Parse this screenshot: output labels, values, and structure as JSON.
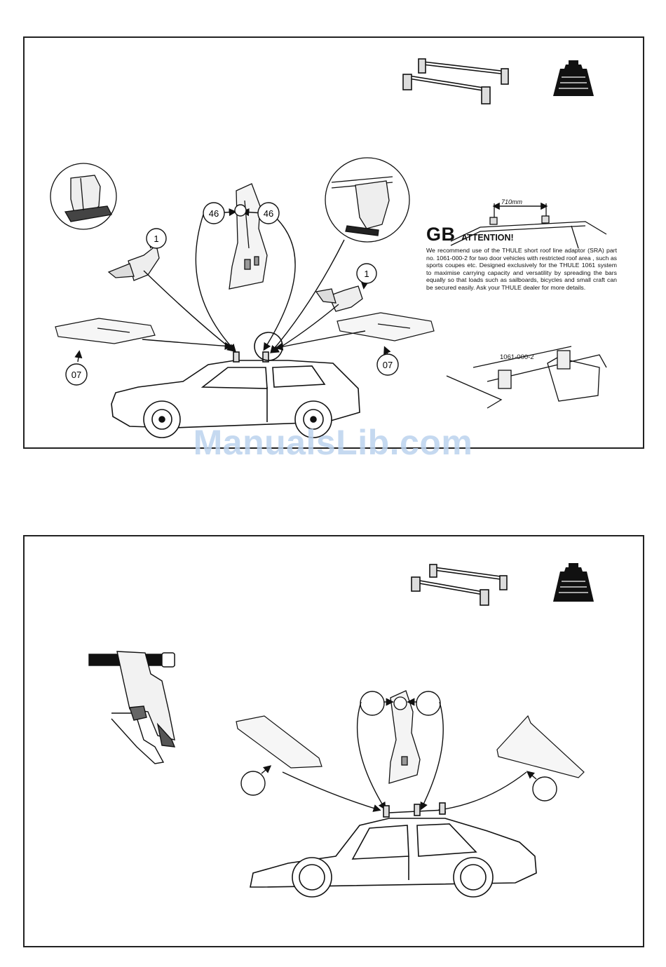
{
  "top_panel": {
    "callouts": {
      "bracket_left": "1",
      "bracket_right": "1",
      "adaptor_left": "46",
      "adaptor_right": "46",
      "pad_left": "07",
      "pad_right": "07"
    },
    "dimension_label": "710mm",
    "notice": {
      "language_code": "GB",
      "heading": "ATTENTION!",
      "body": "We recommend use of the THULE short roof line adaptor (SRA) part no. 1061-000-2 for two door vehicles with restricted roof area , such as sports coupes etc. Designed exclusively for the THULE 1061 system to maximise carrying capacity and versatility by spreading the bars equally so that loads such as sailboards, bicycles and small craft can be secured easily. Ask your THULE dealer for more details."
    },
    "part_number_label": "1061-000-2"
  },
  "watermark": "ManualsLib.com"
}
